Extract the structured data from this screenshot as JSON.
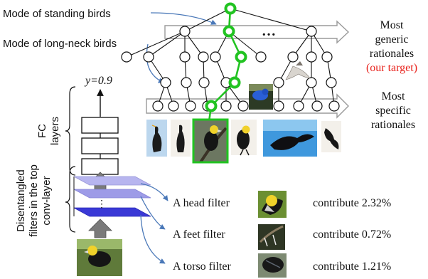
{
  "annotations": {
    "standing": "Mode of standing birds",
    "longneck": "Mode of long-neck birds"
  },
  "tree": {
    "ellipsis": "…",
    "generic": {
      "line1": "Most",
      "line2": "generic",
      "line3": "rationales",
      "target": "(our target)"
    },
    "specific": {
      "line1": "Most",
      "line2": "specific",
      "line3": "rationales"
    }
  },
  "network": {
    "output": "y=0.9",
    "fc_label": [
      "FC",
      "layers"
    ],
    "conv_label": [
      "Disentangled",
      "filters in the top",
      "conv-layer"
    ],
    "dots": "⋮"
  },
  "filters": [
    {
      "name": "A head filter",
      "contribution": "contribute 2.32%"
    },
    {
      "name": "A feet filter",
      "contribution": "contribute 0.72%"
    },
    {
      "name": "A torso filter",
      "contribution": "contribute 1.21%"
    }
  ],
  "colors": {
    "highlight": "#21c321",
    "arrow_blue": "#4a78b8",
    "accent_red": "#e8201a",
    "conv_light": "#b7b5ef",
    "conv_mid": "#8a88e3",
    "conv_dark": "#2f2ecf"
  }
}
